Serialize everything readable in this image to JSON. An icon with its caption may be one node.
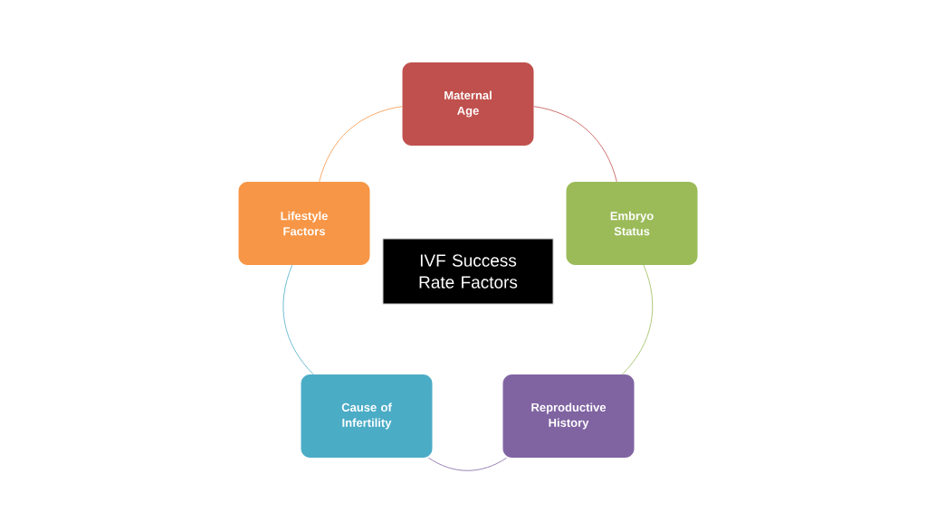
{
  "diagram": {
    "nodes": [
      {
        "text": [
          "Maternal Age"
        ]
      },
      {
        "text": [
          "Embryo Status"
        ]
      },
      {
        "text": [
          "Reproductive History"
        ]
      },
      {
        "text": [
          "Cause of Infertility"
        ]
      },
      {
        "text": [
          "Lifestyle Factors"
        ]
      },
      {
        "text": [
          "IVF Success Rate Factors"
        ]
      }
    ],
    "edges": [
      {
        "from": 0,
        "to": 1,
        "arrow": "none",
        "color": "#c0504d"
      },
      {
        "from": 1,
        "to": 2,
        "arrow": "none",
        "color": "#9bbb59"
      },
      {
        "from": 2,
        "to": 3,
        "arrow": "none",
        "color": "#8064a2"
      },
      {
        "from": 3,
        "to": 4,
        "arrow": "none",
        "color": "#4bacc6"
      },
      {
        "from": 4,
        "to": 0,
        "arrow": "none",
        "color": "#f79646"
      }
    ]
  }
}
